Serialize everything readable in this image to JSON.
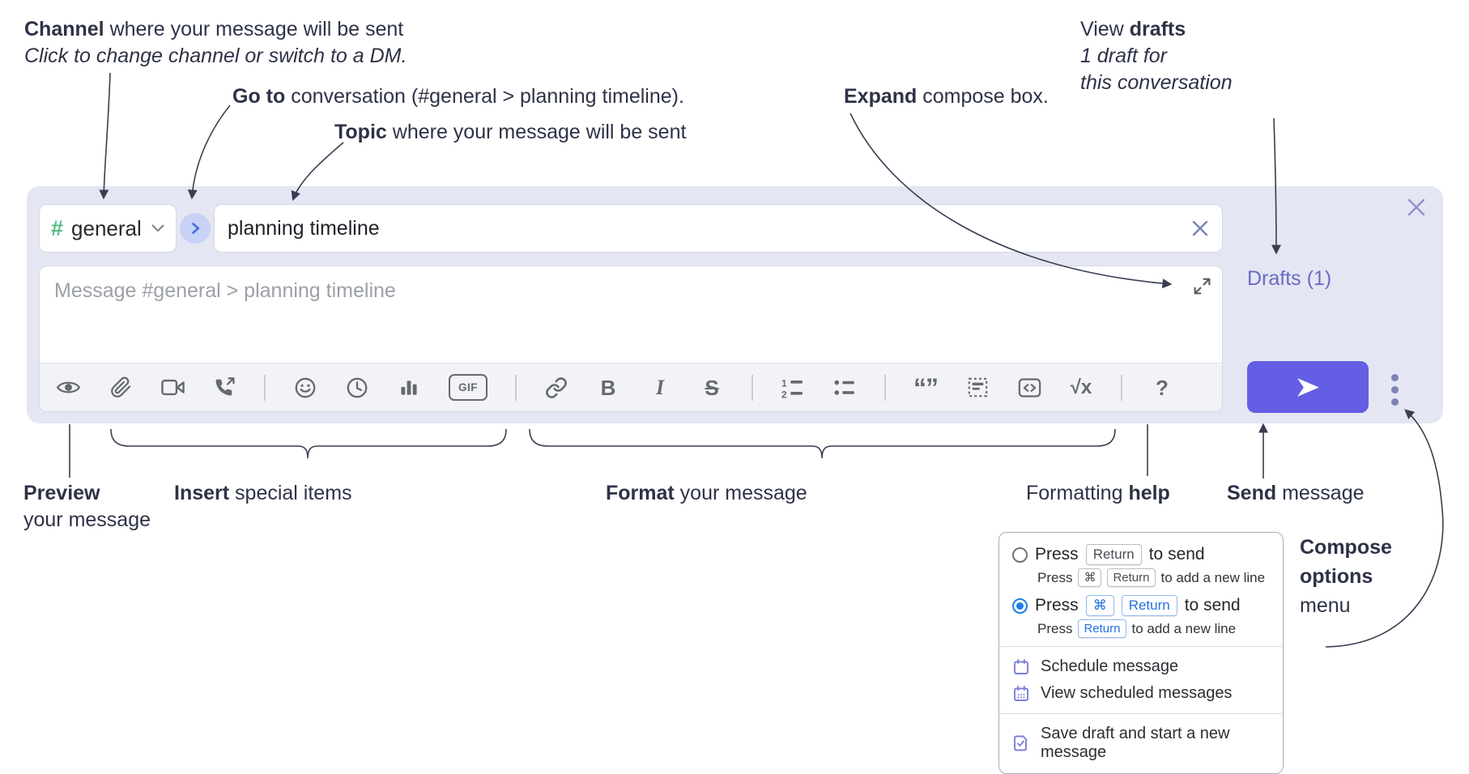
{
  "annotations": {
    "channel": {
      "bold": "Channel",
      "rest": " where your message will be sent",
      "sub": "Click to change channel or switch to a DM."
    },
    "goto": {
      "bold": "Go to",
      "rest": " conversation (#general > planning timeline)."
    },
    "topic": {
      "bold": "Topic",
      "rest": " where your message will be sent"
    },
    "expand": {
      "bold": "Expand",
      "rest": " compose box."
    },
    "drafts": {
      "line1_pre": "View ",
      "line1_bold": "drafts",
      "line2": "1 draft for",
      "line3": "this conversation"
    },
    "preview": {
      "bold": "Preview",
      "rest": "your message"
    },
    "insert": {
      "bold": "Insert",
      "rest": " special items"
    },
    "format": {
      "bold": "Format",
      "rest": " your message"
    },
    "help": {
      "pre": "Formatting ",
      "bold": "help"
    },
    "send": {
      "bold": "Send",
      "rest": " message"
    },
    "compose_options": {
      "bold1": "Compose",
      "bold2": "options",
      "rest": "menu"
    }
  },
  "compose": {
    "hash_glyph": "#",
    "channel_name": "general",
    "topic_value": "planning timeline",
    "message_placeholder": "Message #general > planning timeline",
    "drafts_label": "Drafts (1)"
  },
  "toolbar": {
    "gif": "GIF",
    "bold": "B",
    "italic": "I",
    "strike": "S",
    "quote": "“”",
    "math": "√x",
    "help": "?",
    "ol1": "1",
    "ol2": "2"
  },
  "options_menu": {
    "option1": {
      "pre": "Press",
      "kbd": "Return",
      "post": "to send",
      "sub_pre": "Press",
      "sub_kbd1": "⌘",
      "sub_kbd2": "Return",
      "sub_post": "to add a new line"
    },
    "option2": {
      "pre": "Press",
      "kbd1": "⌘",
      "kbd2": "Return",
      "post": "to send",
      "sub_pre": "Press",
      "sub_kbd": "Return",
      "sub_post": "to add a new line"
    },
    "items": [
      {
        "label": "Schedule message"
      },
      {
        "label": "View scheduled messages"
      },
      {
        "label": "Save draft and start a new message"
      }
    ]
  },
  "colors": {
    "ink": "#2e3247",
    "line": "#3a3d52",
    "panel_bg": "#e4e6f3",
    "box_border": "#d5d8e6",
    "toolbar_bg": "#f2f3f8",
    "icon": "#66696e",
    "hash_green": "#55bd83",
    "goto_bg": "#c8d1f6",
    "goto_arrow": "#3f71db",
    "clear_x": "#787eb7",
    "close_x": "#8d91ca",
    "placeholder": "#9ca0a8",
    "drafts_link": "#6a6cc0",
    "send_bg": "#635ee3",
    "dots": "#7c81b9",
    "menu_border": "#a9adb5",
    "menu_text": "#24272c",
    "radio_sel": "#1e7ce8",
    "kbd_gray_border": "#b9bcc4",
    "kbd_gray_text": "#4b4e54",
    "kbd_blue_border": "#90b9f0",
    "kbd_blue_text": "#2470e0",
    "menu_icon": "#7a7fd6",
    "separator": "#d9dbe0"
  }
}
